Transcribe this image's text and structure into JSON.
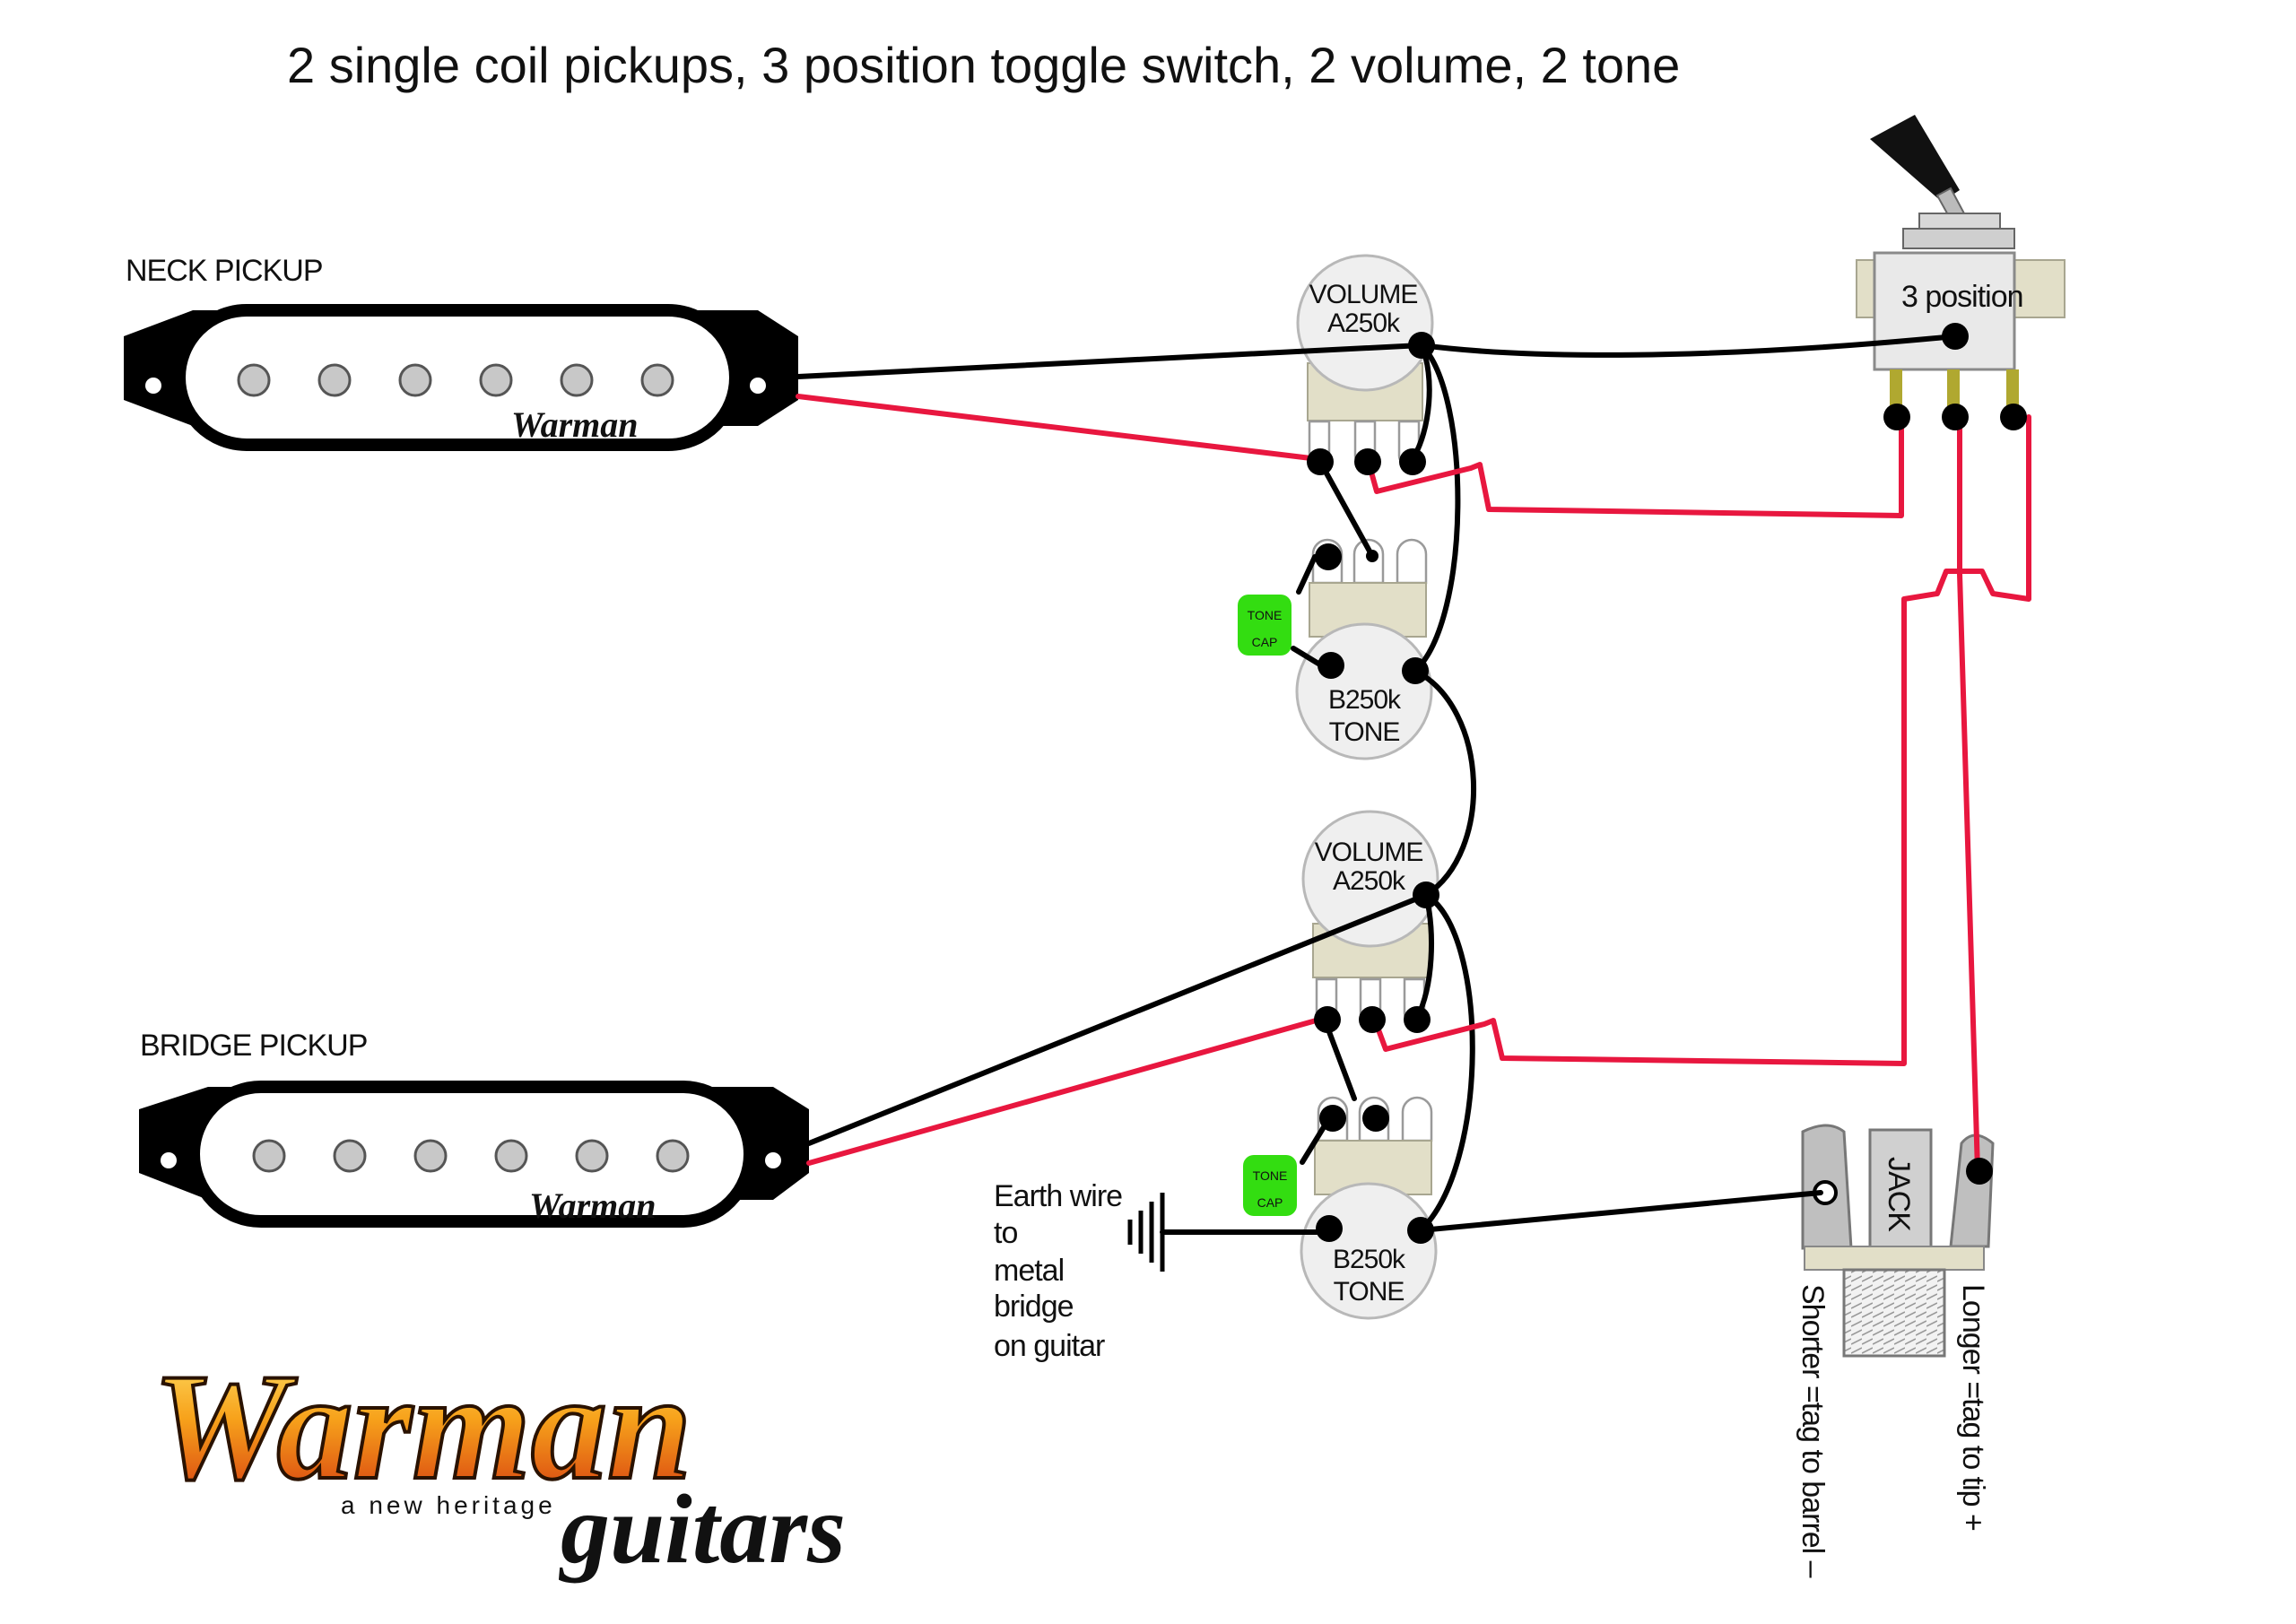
{
  "title": "2 single coil pickups, 3 position toggle switch, 2 volume, 2 tone",
  "neck_pickup": {
    "label": "NECK PICKUP",
    "brand": "Warman"
  },
  "bridge_pickup": {
    "label": "BRIDGE PICKUP",
    "brand": "Warman"
  },
  "neck_volume": {
    "line1": "VOLUME",
    "line2": "A250k"
  },
  "neck_tone": {
    "line1": "B250k",
    "line2": "TONE",
    "cap_line1": "TONE",
    "cap_line2": "CAP"
  },
  "bridge_volume": {
    "line1": "VOLUME",
    "line2": "A250k"
  },
  "bridge_tone": {
    "line1": "B250k",
    "line2": "TONE",
    "cap_line1": "TONE",
    "cap_line2": "CAP"
  },
  "switch": {
    "label": "3 position"
  },
  "jack": {
    "label": "JACK",
    "shorter_note": "Shorter =tag to barrel –",
    "longer_note": "Longer =tag to tip +"
  },
  "earth": {
    "line1": "Earth wire",
    "line2": "to",
    "line3": "metal",
    "line4": "bridge",
    "line5": "on guitar"
  },
  "logo": {
    "wordmark": "Warman",
    "tagline": "a new heritage",
    "sub": "guitars"
  },
  "colors": {
    "hot_wire": "#e8173f",
    "ground_wire": "#000000",
    "tone_cap": "#33dd11",
    "pot_base": "#e2dfc8"
  }
}
